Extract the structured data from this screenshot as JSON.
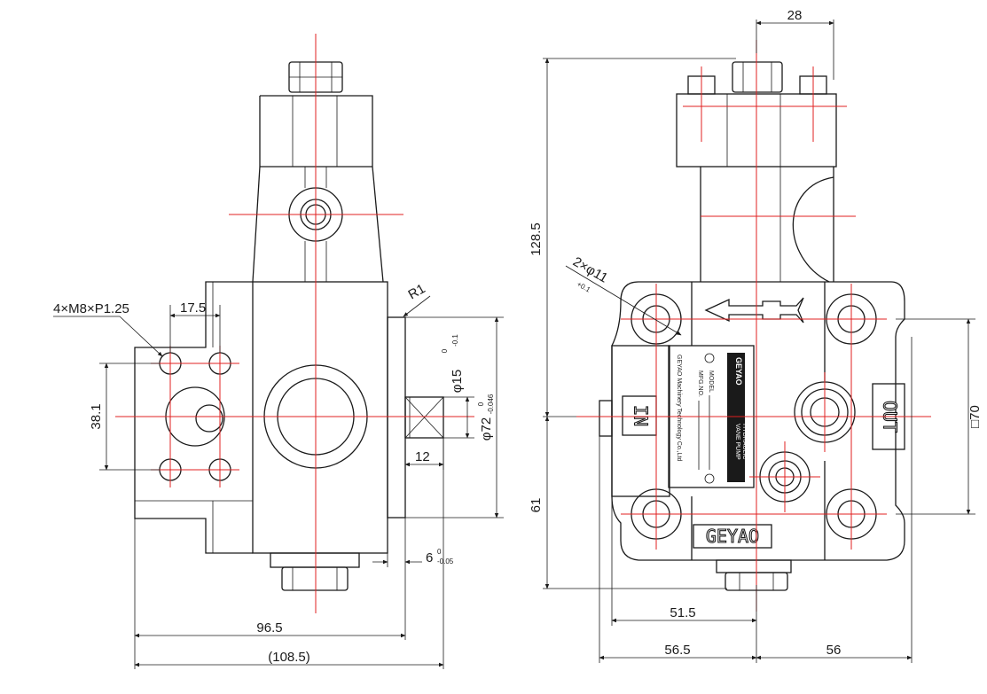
{
  "dimensions": {
    "left_thread": "4×M8×P1.25",
    "left_pitch_h": "17.5",
    "left_pitch_v": "38.1",
    "left_radius": "R1",
    "left_shaft_dia": "φ15",
    "left_shaft_tol_upper": "0",
    "left_shaft_tol_lower": "-0.1",
    "left_pilot_dia": "φ72",
    "left_pilot_tol_upper": "0",
    "left_pilot_tol_lower": "-0.046",
    "left_key_len": "12",
    "left_pilot_depth": "6",
    "left_pilot_depth_tol_upper": "0",
    "left_pilot_depth_tol_lower": "-0.05",
    "left_body_len": "96.5",
    "left_total_len": "(108.5)",
    "right_top_offset": "28",
    "right_height_upper": "128.5",
    "right_mount_holes": "2×φ11",
    "right_mount_holes_tol": "+0.1",
    "right_height_lower": "61",
    "right_base_offset": "51.5",
    "right_left_width": "56.5",
    "right_right_width": "56",
    "right_flange_square": "□70"
  },
  "labels": {
    "port_in": "IN",
    "port_out": "OUT",
    "brand_embossed": "GEYAO"
  },
  "nameplate": {
    "brand": "GEYAO",
    "product_line1": "HYDRAULIC",
    "product_line2": "VANE PUMP",
    "model_label": "MODEL",
    "mfg_label": "MFG.NO.",
    "company": "GEYAO Machinery Technology Co.,Ltd"
  },
  "colors": {
    "outline": "#1a1a1a",
    "centerline": "#e02020",
    "background": "#ffffff"
  }
}
